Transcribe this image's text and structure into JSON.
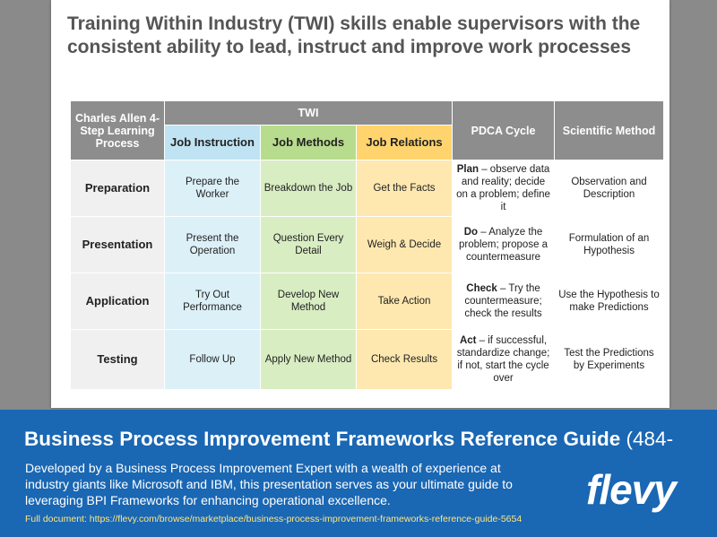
{
  "slide": {
    "title": "Training Within Industry (TWI) skills enable supervisors with the consistent ability to lead, instruct and improve work processes"
  },
  "table": {
    "col_headers": {
      "first": "Charles Allen 4-Step Learning Process",
      "twi": "TWI",
      "job_instruction": "Job Instruction",
      "job_methods": "Job Methods",
      "job_relations": "Job Relations",
      "pdca": "PDCA Cycle",
      "scientific": "Scientific Method"
    },
    "rows": [
      {
        "label": "Preparation",
        "job_instruction": "Prepare the Worker",
        "job_methods": "Breakdown the Job",
        "job_relations": "Get the Facts",
        "pdca_bold": "Plan",
        "pdca_text": " – observe data and reality; decide on a problem; define it",
        "scientific": "Observation and Description"
      },
      {
        "label": "Presentation",
        "job_instruction": "Present the Operation",
        "job_methods": "Question Every Detail",
        "job_relations": "Weigh & Decide",
        "pdca_bold": "Do",
        "pdca_text": " – Analyze the problem; propose a countermeasure",
        "scientific": "Formulation of an Hypothesis"
      },
      {
        "label": "Application",
        "job_instruction": "Try Out Performance",
        "job_methods": "Develop New Method",
        "job_relations": "Take Action",
        "pdca_bold": "Check",
        "pdca_text": " – Try the countermeasure; check the results",
        "scientific": "Use the Hypothesis to make Predictions"
      },
      {
        "label": "Testing",
        "job_instruction": "Follow Up",
        "job_methods": "Apply New Method",
        "job_relations": "Check Results",
        "pdca_bold": "Act",
        "pdca_text": " – if successful, standardize change; if not, start the cycle over",
        "scientific": "Test the Predictions by Experiments"
      }
    ]
  },
  "banner": {
    "title": "Business Process Improvement Frameworks Reference Guide",
    "title_suffix": " (484-",
    "description": "Developed by a Business Process Improvement Expert with a wealth of experience at industry giants like Microsoft and IBM, this presentation serves as your ultimate guide to leveraging BPI Frameworks for enhancing operational excellence.",
    "link": "Full document: https://flevy.com/browse/marketplace/business-process-improvement-frameworks-reference-guide-5654",
    "logo": "flevy"
  },
  "colors": {
    "header_grey": "#8d8d8d",
    "job_instruction": "#bfe3f2",
    "job_methods": "#b8dc8e",
    "job_relations": "#ffd46e",
    "banner_blue": "#1a67b3",
    "link_yellow": "#ffe680"
  }
}
